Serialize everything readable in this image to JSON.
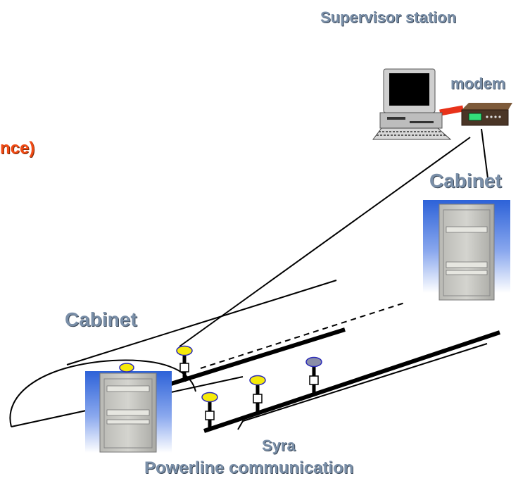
{
  "labels": {
    "supervisor_station": "Supervisor station",
    "modem": "modem",
    "cabinet_right": "Cabinet",
    "cabinet_left": "Cabinet",
    "partial_left": "nce)",
    "syra": "Syra",
    "powerline": "Powerline communication"
  },
  "colors": {
    "label_text": "#7a8fa8",
    "accent_text": "#f24a14",
    "link_red": "#e8321a",
    "lamp_yellow": "#f5ea0a",
    "lamp_grey": "#8a8ea8",
    "lamp_ring": "#2a2ab8",
    "cabinet_bg_top": "#2d62d8",
    "cabinet_bg_bottom": "#ffffff",
    "modem_display": "#33e07a"
  },
  "icons": {
    "computer": "desktop-computer-icon",
    "modem": "modem-icon",
    "cabinet": "electrical-cabinet-icon",
    "lamp": "street-lamp-icon"
  }
}
